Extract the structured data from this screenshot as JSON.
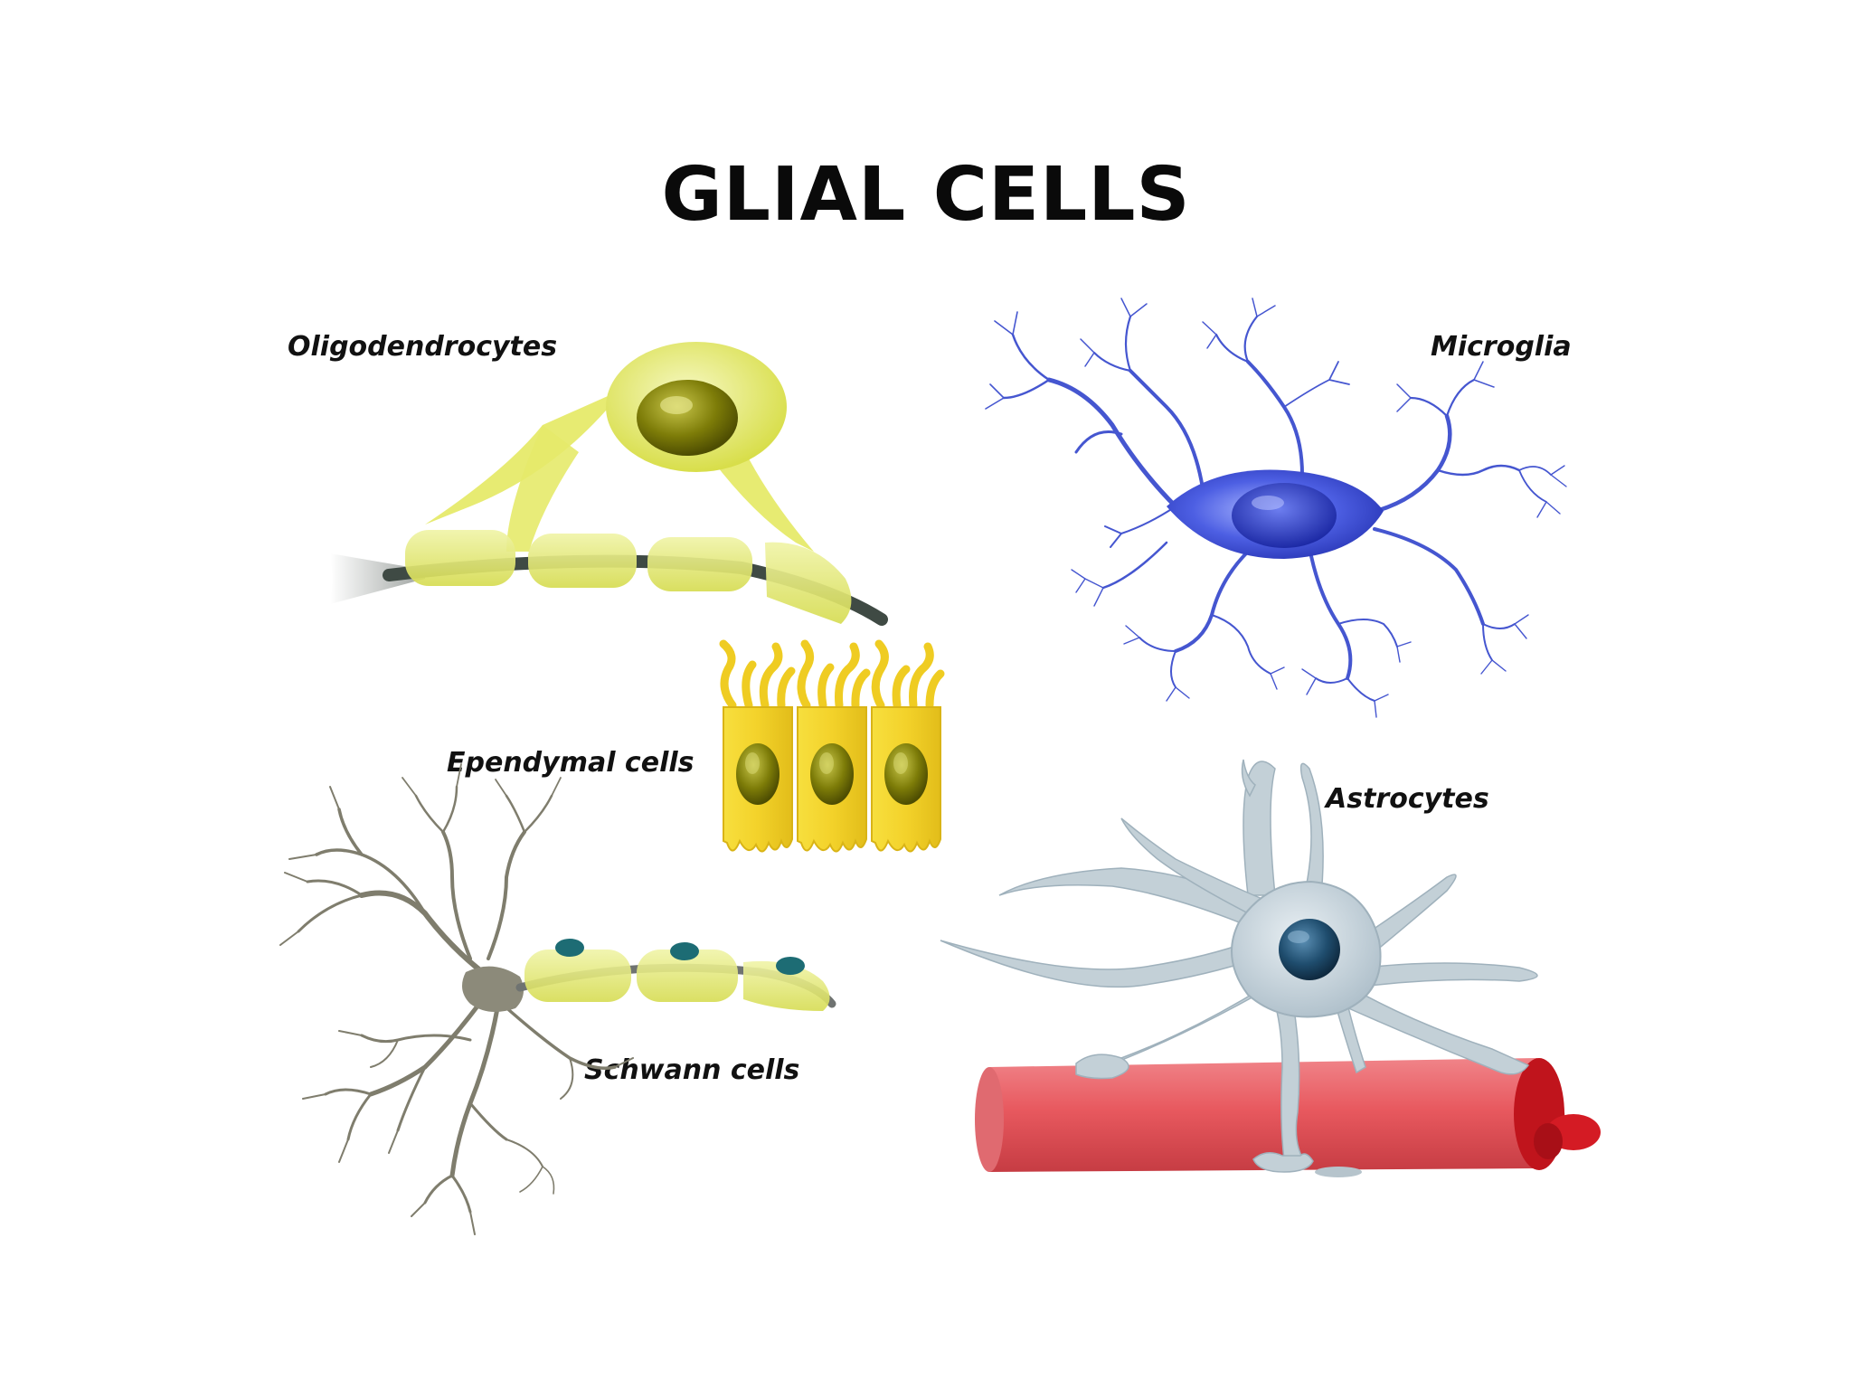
{
  "title": "GLIAL CELLS",
  "labels": {
    "oligodendrocytes": "Oligodendrocytes",
    "microglia": "Microglia",
    "ependymal": "Ependymal cells",
    "astrocytes": "Astrocytes",
    "schwann": "Schwann cells"
  },
  "colors": {
    "oligodendrocyte": "#e6ea6a",
    "myelin": "#e9ef86",
    "axon": "#3f4a44",
    "microglia": "#3b4fd6",
    "ependymal": "#f3d22a",
    "nucleus_olive": "#7d7c08",
    "astrocyte": "#c3d0d7",
    "astro_nucleus": "#1f4d6e",
    "blood_vessel": "#e8595f",
    "vessel_lumen": "#c0141c",
    "schwann_neuron": "#8c8a7a",
    "schwann_nucleus": "#1d6c74"
  }
}
